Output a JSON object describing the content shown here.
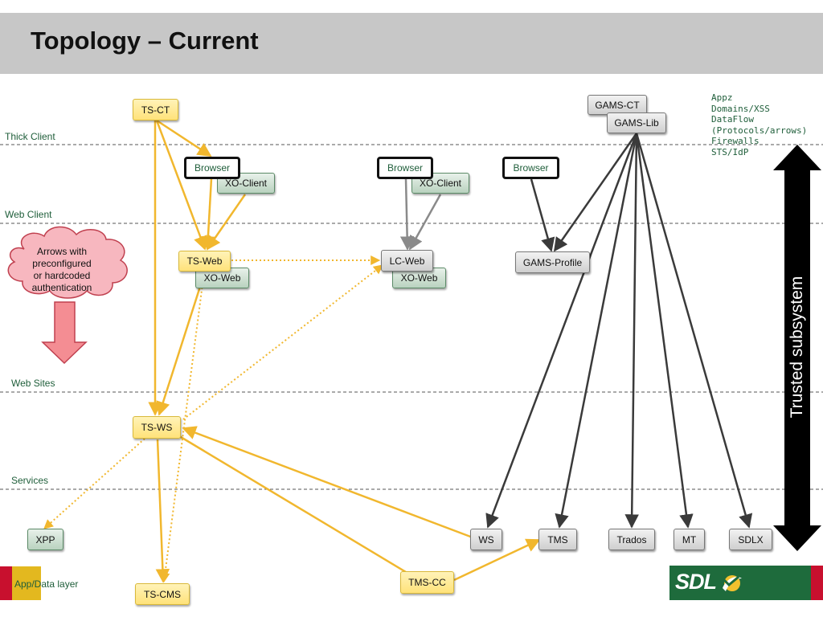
{
  "title": "Topology – Current",
  "layers": {
    "thick_client": "Thick  Client",
    "web_client": "Web  Client",
    "web_sites": "Web Sites",
    "services": "Services",
    "app_data": "App/Data layer"
  },
  "nodes": {
    "ts_ct": "TS-CT",
    "browser1": "Browser",
    "xo_client1": "XO-Client",
    "browser2": "Browser",
    "xo_client2": "XO-Client",
    "browser3": "Browser",
    "gams_ct": "GAMS-CT",
    "gams_lib": "GAMS-Lib",
    "ts_web": "TS-Web",
    "xo_web1": "XO-Web",
    "lc_web": "LC-Web",
    "xo_web2": "XO-Web",
    "gams_profile": "GAMS-Profile",
    "ts_ws": "TS-WS",
    "xpp": "XPP",
    "ws": "WS",
    "tms": "TMS",
    "trados": "Trados",
    "mt": "MT",
    "sdlx": "SDLX",
    "tms_cc": "TMS-CC",
    "ts_cms": "TS-CMS"
  },
  "notes": [
    "Appz",
    "Domains/XSS",
    "DataFlow",
    "(Protocols/arrows)",
    "Firewalls",
    "STS/IdP"
  ],
  "cloud": {
    "lines": [
      "Arrows with",
      "preconfigured",
      "or hardcoded",
      "authentication"
    ]
  },
  "trusted": "Trusted subsystem",
  "logo": "SDL",
  "colors": {
    "yellow_arrow": "#f1b72e",
    "gray_arrow": "#8a8a8a",
    "dark_arrow": "#3a3a3a",
    "layer_text": "#1f5e3a",
    "logo_green": "#1e6b3c",
    "logo_red": "#c8102e",
    "cloud_fill": "#f7b7bf"
  }
}
